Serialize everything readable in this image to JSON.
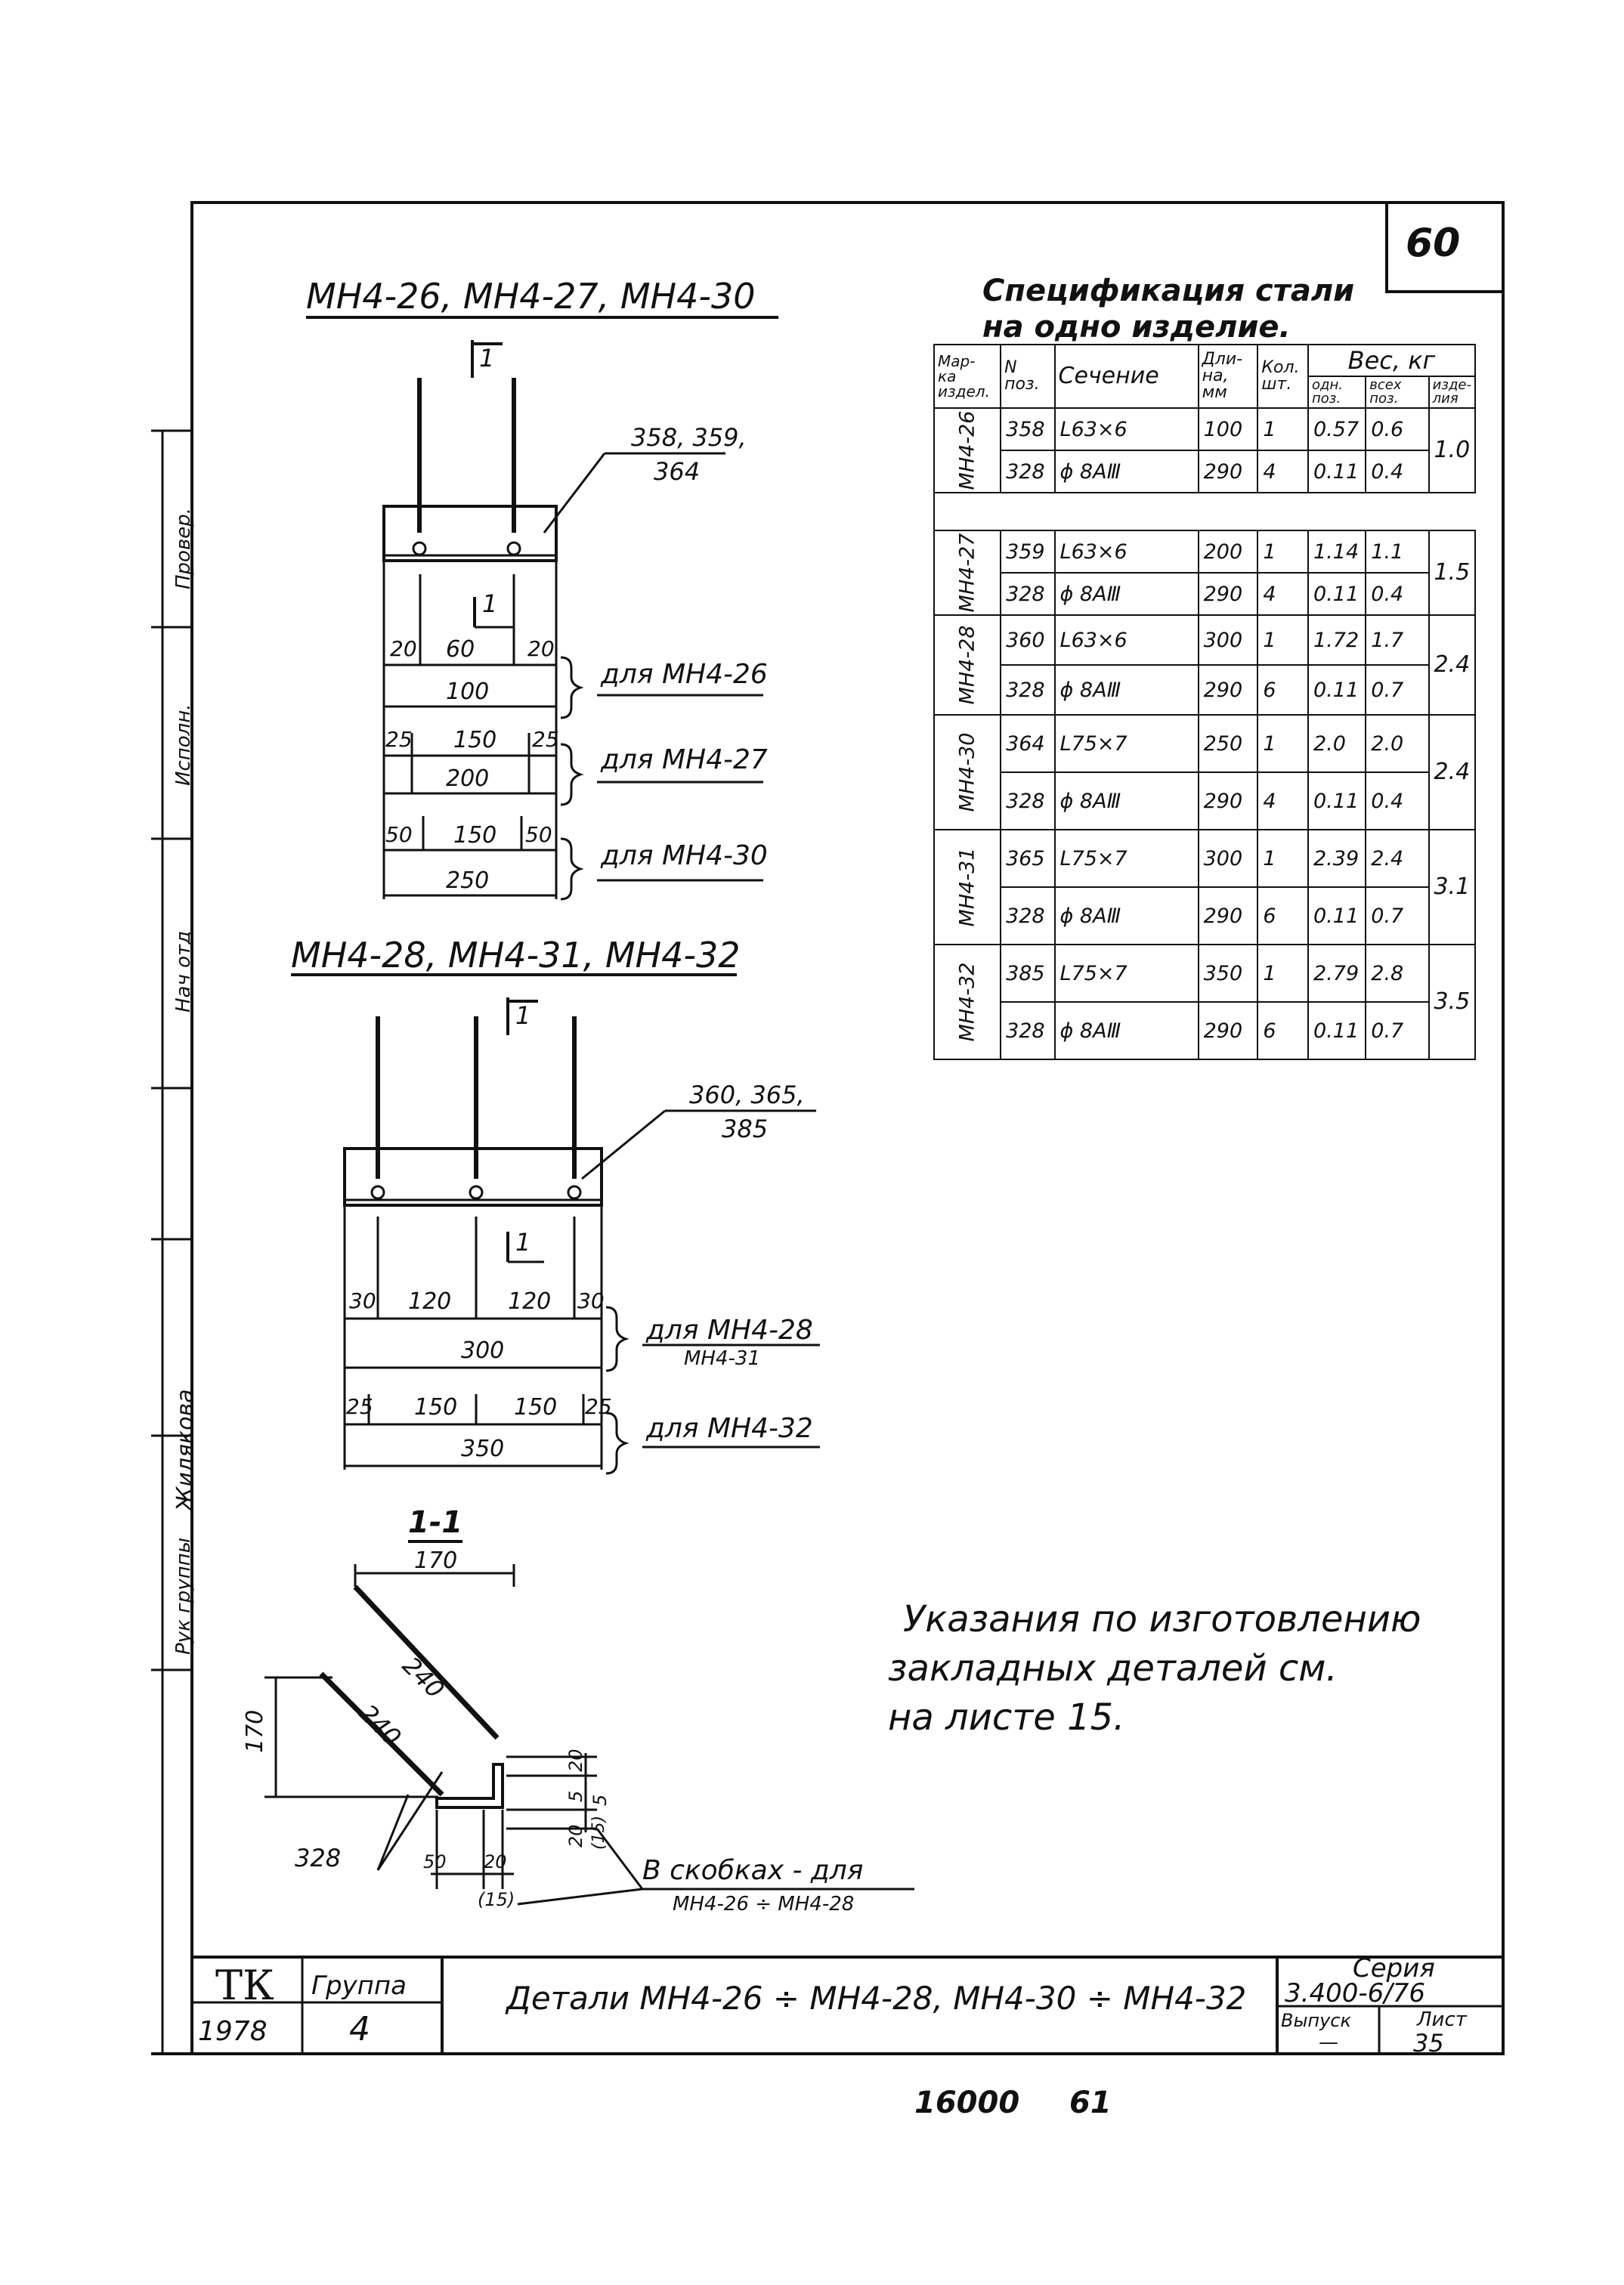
{
  "sheet_number": "60",
  "left_strip": {
    "labels": [
      "Рук группы",
      "Жилякова",
      "Нач отд",
      "Исполн.",
      "Провер."
    ]
  },
  "drawing1": {
    "title": "МН4-26, МН4-27, МН4-30",
    "section_mark": "1",
    "callout": [
      "358, 359,",
      "364"
    ],
    "dims": [
      {
        "parts": [
          "20",
          "60",
          "20"
        ],
        "total": "100",
        "label": "для МН4-26"
      },
      {
        "parts": [
          "25",
          "150",
          "25"
        ],
        "total": "200",
        "label": "для МН4-27"
      },
      {
        "parts": [
          "50",
          "150",
          "50"
        ],
        "total": "250",
        "label": "для МН4-30"
      }
    ]
  },
  "drawing2": {
    "title": "МН4-28, МН4-31, МН4-32",
    "section_mark": "1",
    "callout": [
      "360, 365,",
      "385"
    ],
    "dims": [
      {
        "parts": [
          "30",
          "120",
          "120",
          "30"
        ],
        "total": "300",
        "label": "для МН4-28",
        "label2": "МН4-31"
      },
      {
        "parts": [
          "25",
          "150",
          "150",
          "25"
        ],
        "total": "350",
        "label": "для МН4-32"
      }
    ]
  },
  "section": {
    "title": "1-1",
    "dim_top": "170",
    "dim_left": "170",
    "bar_upper": "240",
    "bar_lower": "240",
    "pos": "328",
    "dims_right": [
      "20",
      "5",
      "20",
      "5",
      "(15)"
    ],
    "dims_bottom": [
      "50",
      "20",
      "(15)"
    ],
    "note": "В скобках - для",
    "note2": "МН4-26 ÷ МН4-28"
  },
  "spec": {
    "title_line1": "Спецификация стали",
    "title_line2": "на одно изделие.",
    "headers": {
      "mark": "Мар- ка издел.",
      "pos": "N поз.",
      "section": "Сечение",
      "length": "Дли- на, мм",
      "qty": "Кол. шт.",
      "weight": "Вес, кг",
      "w_one": "одн. поз.",
      "w_all": "всех поз.",
      "w_item": "изде- лия"
    },
    "groups": [
      {
        "mark": "МН4-26",
        "total": "1.0",
        "rows": [
          {
            "pos": "358",
            "section": "L63×6",
            "length": "100",
            "qty": "1",
            "one": "0.57",
            "all": "0.6"
          },
          {
            "pos": "328",
            "section": "ϕ 8АⅢ",
            "length": "290",
            "qty": "4",
            "one": "0.11",
            "all": "0.4"
          }
        ]
      },
      {
        "mark": "МН4-27",
        "total": "1.5",
        "rows": [
          {
            "pos": "359",
            "section": "L63×6",
            "length": "200",
            "qty": "1",
            "one": "1.14",
            "all": "1.1"
          },
          {
            "pos": "328",
            "section": "ϕ 8АⅢ",
            "length": "290",
            "qty": "4",
            "one": "0.11",
            "all": "0.4"
          }
        ]
      },
      {
        "mark": "МН4-28",
        "total": "2.4",
        "rows": [
          {
            "pos": "360",
            "section": "L63×6",
            "length": "300",
            "qty": "1",
            "one": "1.72",
            "all": "1.7"
          },
          {
            "pos": "328",
            "section": "ϕ 8АⅢ",
            "length": "290",
            "qty": "6",
            "one": "0.11",
            "all": "0.7"
          }
        ]
      },
      {
        "mark": "МН4-30",
        "total": "2.4",
        "rows": [
          {
            "pos": "364",
            "section": "L75×7",
            "length": "250",
            "qty": "1",
            "one": "2.0",
            "all": "2.0"
          },
          {
            "pos": "328",
            "section": "ϕ 8АⅢ",
            "length": "290",
            "qty": "4",
            "one": "0.11",
            "all": "0.4"
          }
        ]
      },
      {
        "mark": "МН4-31",
        "total": "3.1",
        "rows": [
          {
            "pos": "365",
            "section": "L75×7",
            "length": "300",
            "qty": "1",
            "one": "2.39",
            "all": "2.4"
          },
          {
            "pos": "328",
            "section": "ϕ 8АⅢ",
            "length": "290",
            "qty": "6",
            "one": "0.11",
            "all": "0.7"
          }
        ]
      },
      {
        "mark": "МН4-32",
        "total": "3.5",
        "rows": [
          {
            "pos": "385",
            "section": "L75×7",
            "length": "350",
            "qty": "1",
            "one": "2.79",
            "all": "2.8"
          },
          {
            "pos": "328",
            "section": "ϕ 8АⅢ",
            "length": "290",
            "qty": "6",
            "one": "0.11",
            "all": "0.7"
          }
        ]
      }
    ]
  },
  "note": {
    "line1": "Указания по изготовлению",
    "line2": "закладных деталей см.",
    "line3": "на листе 15."
  },
  "title_block": {
    "org": "ТК",
    "group_label": "Группа",
    "group_value": "4",
    "year": "1978",
    "title": "Детали МН4-26 ÷ МН4-28, МН4-30 ÷ МН4-32",
    "series_label": "Серия",
    "series_value": "3.400-6/76",
    "issue_label": "Выпуск",
    "issue_value": "—",
    "sheet_label": "Лист",
    "sheet_value": "35"
  },
  "footer": {
    "code": "16000",
    "page": "61"
  }
}
